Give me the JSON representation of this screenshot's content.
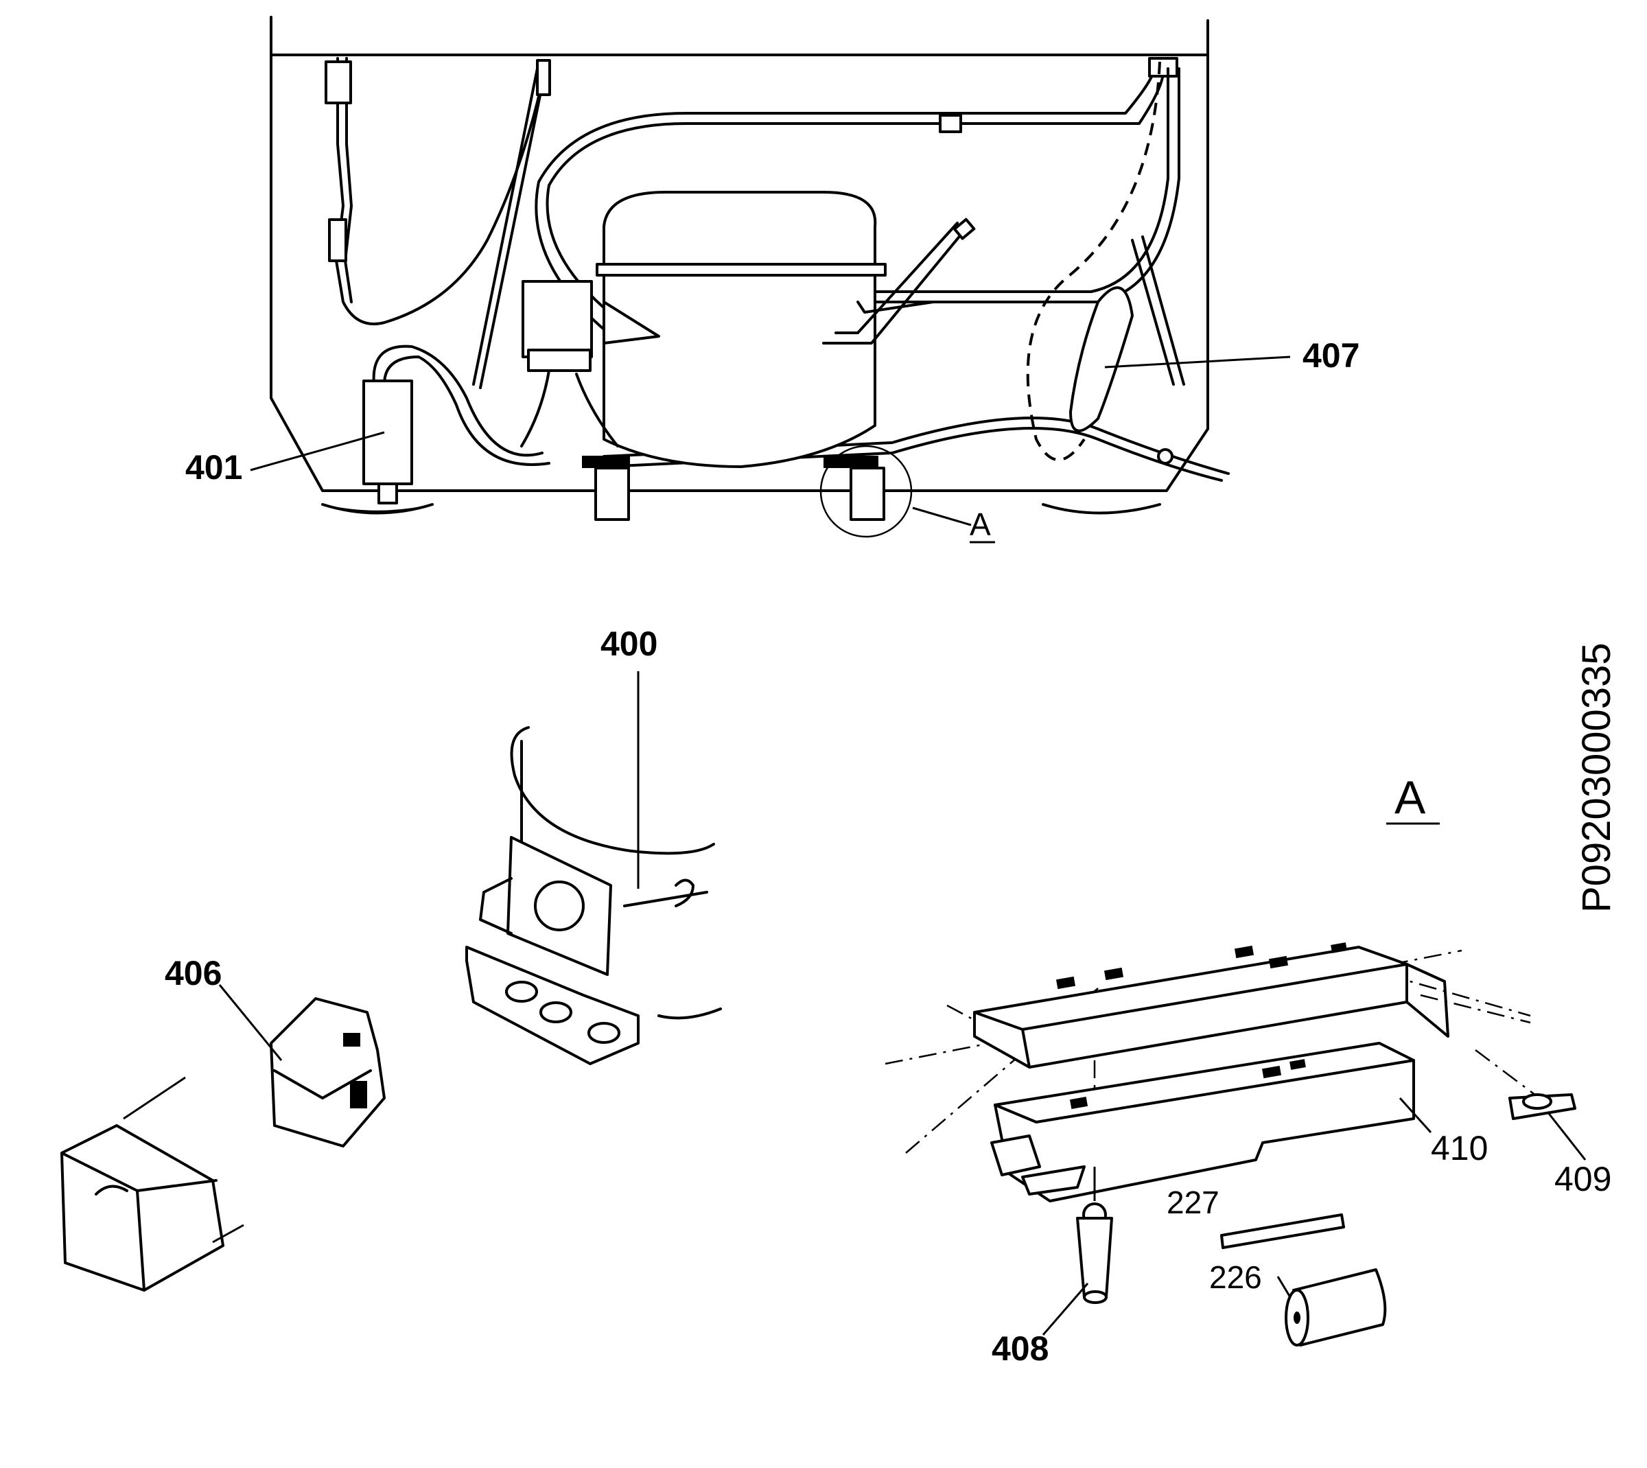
{
  "labels": {
    "p401": "401",
    "p407": "407",
    "detail_ref": "A",
    "p400": "400",
    "p406": "406",
    "detail_title": "A",
    "p410": "410",
    "p409": "409",
    "p227": "227",
    "p226": "226",
    "p408": "408",
    "drawing_id": "P09203000335"
  }
}
